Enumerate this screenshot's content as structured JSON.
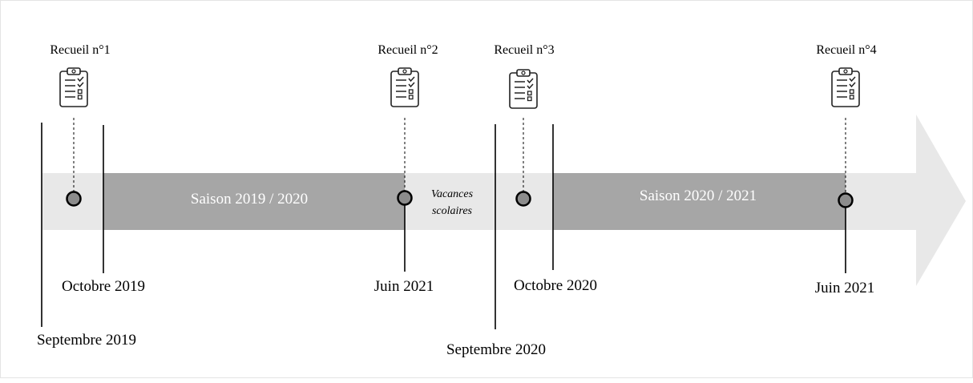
{
  "collections": [
    {
      "label": "Recueil n°1",
      "icon": "clipboard-checklist-icon"
    },
    {
      "label": "Recueil n°2",
      "icon": "clipboard-checklist-icon"
    },
    {
      "label": "Recueil n°3",
      "icon": "clipboard-checklist-icon"
    },
    {
      "label": "Recueil n°4",
      "icon": "clipboard-checklist-icon"
    }
  ],
  "seasons": [
    {
      "label": "Saison 2019 / 2020"
    },
    {
      "label": "Saison 2020 / 2021"
    }
  ],
  "vacation": {
    "line1": "Vacances",
    "line2": "scolaires"
  },
  "dates": {
    "sep2019": "Septembre 2019",
    "oct2019": "Octobre 2019",
    "jun_a": "Juin 2021",
    "sep2020": "Septembre 2020",
    "oct2020": "Octobre 2020",
    "jun_b": "Juin 2021"
  },
  "colors": {
    "arrow_light": "#e8e8e8",
    "season_band": "#a6a6a6",
    "lines": "#000000",
    "marker_fill": "#8c8c8c",
    "text": "#000000"
  }
}
